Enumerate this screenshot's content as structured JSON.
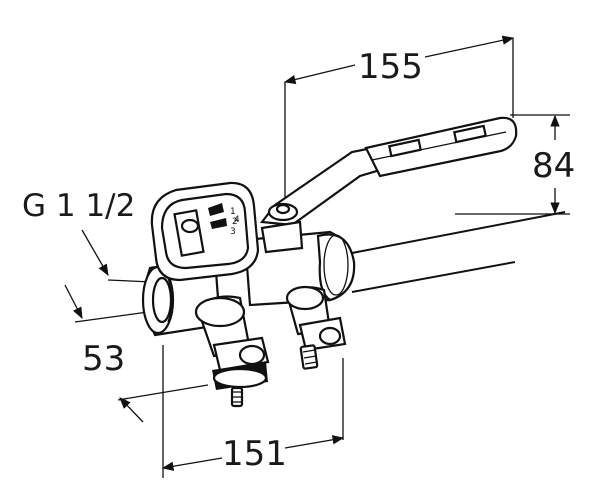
{
  "dimensions": {
    "lever_width": "155",
    "lever_height": "84",
    "thread_size": "G 1 1/2",
    "port_height": "53",
    "body_length": "151"
  },
  "gauge": {
    "scale_marks": [
      "1",
      "2",
      "3",
      "4"
    ]
  }
}
